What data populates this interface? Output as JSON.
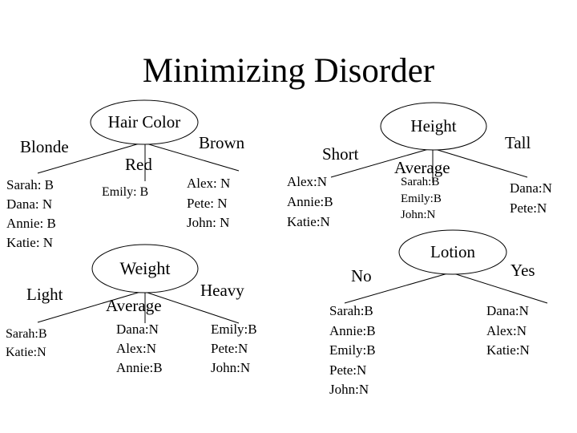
{
  "slide": {
    "title": "Minimizing Disorder"
  },
  "colors": {
    "background": "#ffffff",
    "ink": "#000000"
  },
  "trees": [
    {
      "id": "hair-color",
      "node": "Hair Color",
      "branches": [
        {
          "label": "Blonde",
          "leaves": [
            "Sarah: B",
            "Dana: N",
            "Annie: B",
            "Katie: N"
          ]
        },
        {
          "label": "Red",
          "leaves": [
            "Emily: B"
          ]
        },
        {
          "label": "Brown",
          "leaves": [
            "Alex: N",
            "Pete: N",
            "John: N"
          ]
        }
      ]
    },
    {
      "id": "height",
      "node": "Height",
      "branches": [
        {
          "label": "Short",
          "leaves": [
            "Alex:N",
            "Annie:B",
            "Katie:N"
          ]
        },
        {
          "label": "Average",
          "leaves": [
            "Sarah:B",
            "Emily:B",
            "John:N"
          ]
        },
        {
          "label": "Tall",
          "leaves": [
            "Dana:N",
            "Pete:N"
          ]
        }
      ]
    },
    {
      "id": "weight",
      "node": "Weight",
      "branches": [
        {
          "label": "Light",
          "leaves": [
            "Sarah:B",
            "Katie:N"
          ]
        },
        {
          "label": "Average",
          "leaves": [
            "Dana:N",
            "Alex:N",
            "Annie:B"
          ]
        },
        {
          "label": "Heavy",
          "leaves": [
            "Emily:B",
            "Pete:N",
            "John:N"
          ]
        }
      ]
    },
    {
      "id": "lotion",
      "node": "Lotion",
      "branches": [
        {
          "label": "No",
          "leaves": [
            "Sarah:B",
            "Annie:B",
            "Emily:B",
            "Pete:N",
            "John:N"
          ]
        },
        {
          "label": "Yes",
          "leaves": [
            "Dana:N",
            "Alex:N",
            "Katie:N"
          ]
        }
      ]
    }
  ]
}
